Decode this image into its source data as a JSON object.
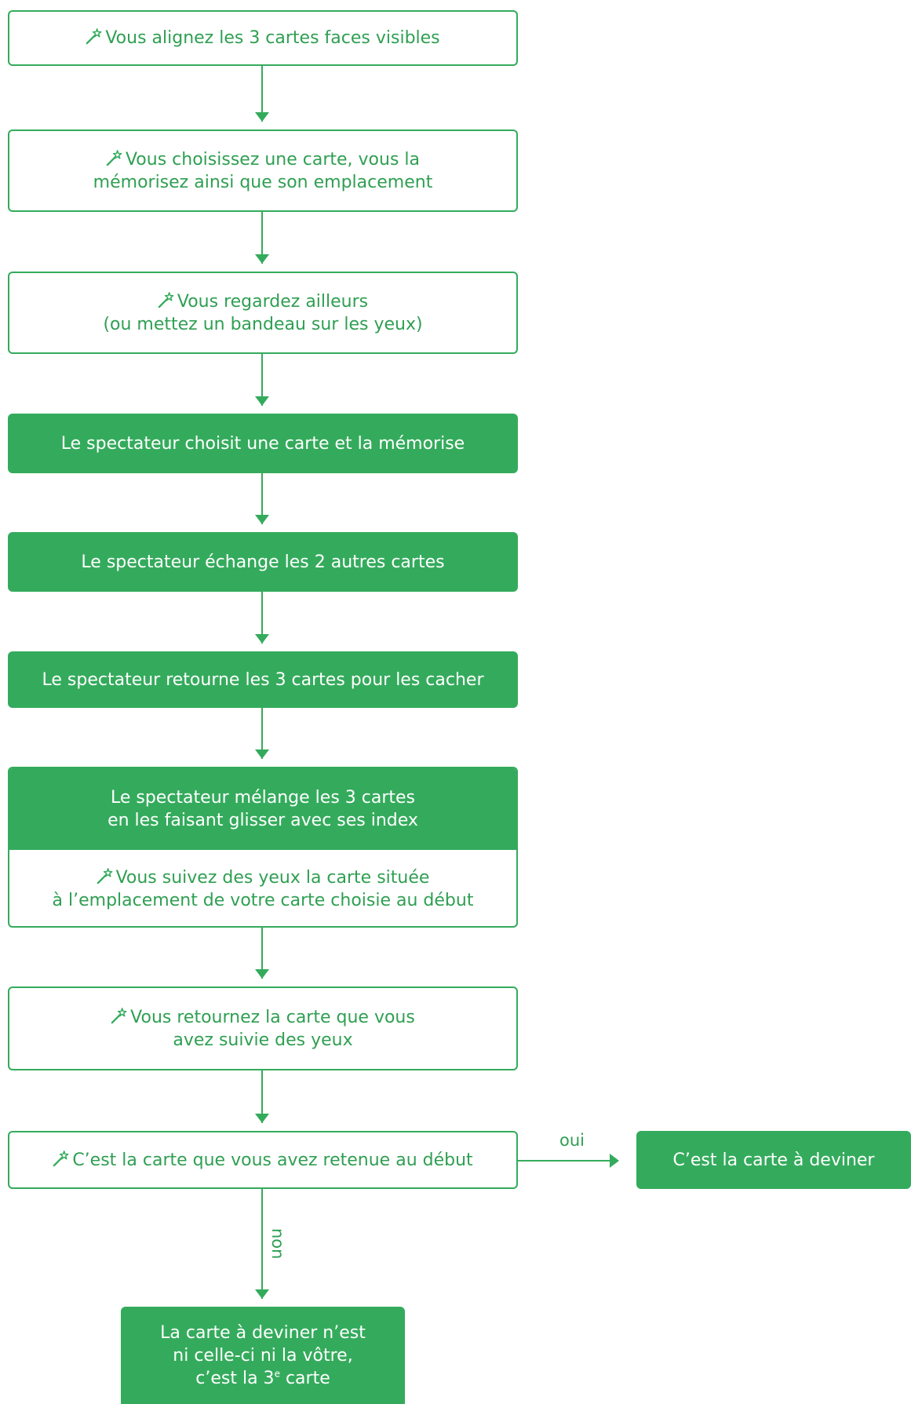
{
  "colors": {
    "green": "#34ab5c",
    "text_green": "#2f9f52",
    "white": "#ffffff"
  },
  "icon": "magic-wand-icon",
  "steps": {
    "s1": {
      "lines": [
        "Vous alignez les 3 cartes faces visibles"
      ]
    },
    "s2": {
      "lines": [
        "Vous choisissez une carte, vous la",
        "mémorisez ainsi que son emplacement"
      ]
    },
    "s3": {
      "lines": [
        "Vous regardez ailleurs",
        "(ou mettez un bandeau sur les yeux)"
      ]
    },
    "s4": {
      "lines": [
        "Le spectateur choisit une carte et la mémorise"
      ]
    },
    "s5": {
      "lines": [
        "Le spectateur échange les 2 autres cartes"
      ]
    },
    "s6": {
      "lines": [
        "Le spectateur retourne les 3 cartes pour les cacher"
      ]
    },
    "s7_top": {
      "lines": [
        "Le spectateur mélange les 3 cartes",
        "en les faisant glisser avec ses index"
      ]
    },
    "s7_bottom": {
      "lines": [
        "Vous suivez des yeux la carte située",
        "à l’emplacement de votre carte choisie au début"
      ]
    },
    "s8": {
      "lines": [
        "Vous retournez la carte que vous",
        "avez suivie des yeux"
      ]
    },
    "s9": {
      "lines": [
        "C’est la carte que vous avez retenue au début"
      ]
    },
    "yes_result": {
      "lines": [
        "C’est la carte à deviner"
      ]
    },
    "no_result": {
      "lines": [
        "La carte à deviner n’est",
        "ni celle-ci ni la vôtre,"
      ],
      "last_prefix": "c’est la 3",
      "last_sup": "e",
      "last_suffix": " carte"
    }
  },
  "edge_labels": {
    "yes": "oui",
    "no": "non"
  }
}
